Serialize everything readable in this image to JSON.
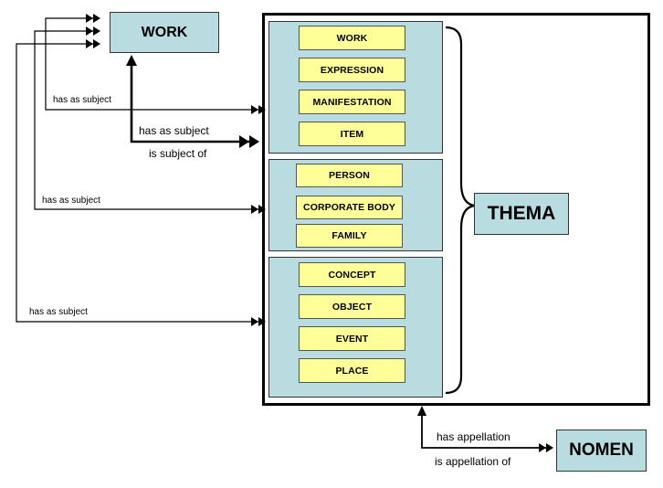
{
  "entities": {
    "work_top": "WORK",
    "thema": "THEMA",
    "nomen": "NOMEN"
  },
  "groups": {
    "works": [
      "WORK",
      "EXPRESSION",
      "MANIFESTATION",
      "ITEM"
    ],
    "agents": [
      "PERSON",
      "CORPORATE BODY",
      "FAMILY"
    ],
    "subjects": [
      "CONCEPT",
      "OBJECT",
      "EVENT",
      "PLACE"
    ]
  },
  "labels": {
    "rel1": "has as subject",
    "rel2a": "has as subject",
    "rel2b": "is subject of",
    "rel3": "has as subject",
    "rel4": "has as subject",
    "app_a": "has appellation",
    "app_b": "is appellation of"
  }
}
